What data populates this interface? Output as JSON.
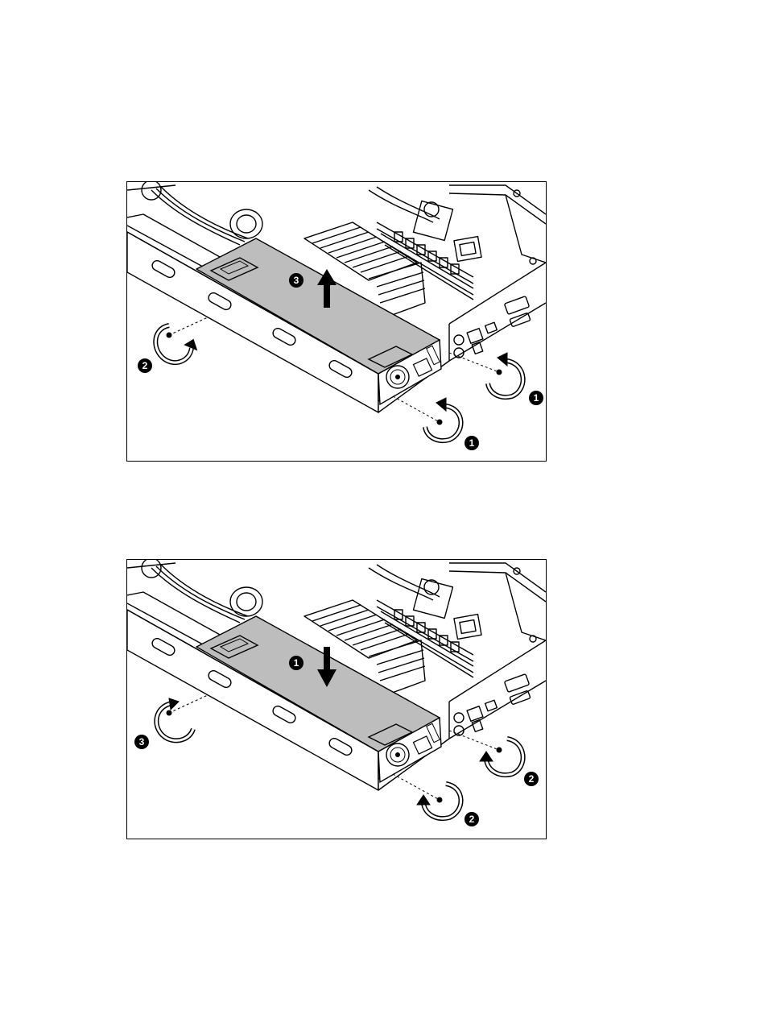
{
  "figures": [
    {
      "id": "remove",
      "callouts": [
        {
          "number": "1",
          "meaning": "remove-screw",
          "label": "1"
        },
        {
          "number": "1",
          "meaning": "remove-screw",
          "label": "1"
        },
        {
          "number": "2",
          "meaning": "remove-screw",
          "label": "2"
        },
        {
          "number": "3",
          "meaning": "lift-psu",
          "label": "3"
        }
      ]
    },
    {
      "id": "install",
      "callouts": [
        {
          "number": "1",
          "meaning": "lower-psu",
          "label": "1"
        },
        {
          "number": "2",
          "meaning": "install-screw",
          "label": "2"
        },
        {
          "number": "2",
          "meaning": "install-screw",
          "label": "2"
        },
        {
          "number": "3",
          "meaning": "install-screw",
          "label": "3"
        }
      ]
    }
  ],
  "colors": {
    "line": "#000000",
    "psu_fill": "#bdbdbd",
    "panel_fill": "#ffffff",
    "callout_fill": "#000000"
  },
  "icons": [
    "rotation-arrow-icon",
    "up-arrow-icon",
    "down-arrow-icon",
    "screw-icon",
    "fan-icon"
  ]
}
